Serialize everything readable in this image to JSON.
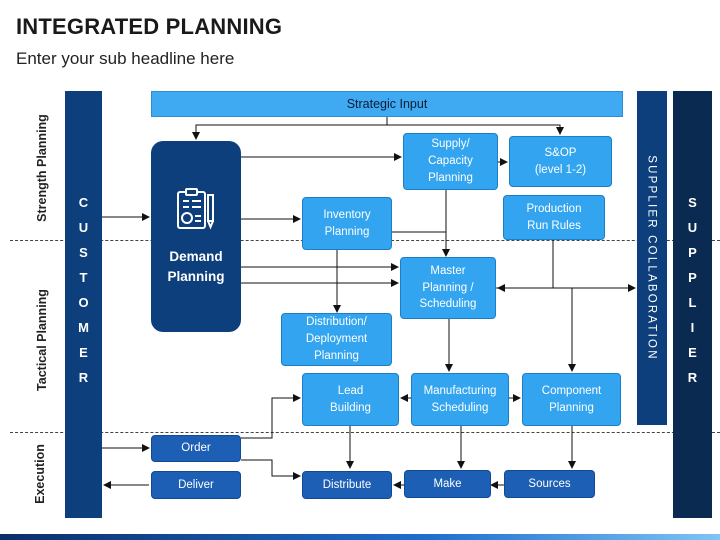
{
  "header": {
    "title": "INTEGRATED PLANNING",
    "subtitle": "Enter your sub headline here"
  },
  "rows": {
    "strength": "Strength Planning",
    "tactical": "Tactical Planning",
    "execution": "Execution"
  },
  "sides": {
    "customer": [
      "C",
      "U",
      "S",
      "T",
      "O",
      "M",
      "E",
      "R"
    ],
    "supplier_collaboration": "SUPPLIER COLLABORATION",
    "supplier": [
      "S",
      "U",
      "P",
      "P",
      "L",
      "I",
      "E",
      "R"
    ]
  },
  "nodes": {
    "strategic_input": "Strategic Input",
    "demand_planning": "Demand\nPlanning",
    "supply_capacity": "Supply/\nCapacity\nPlanning",
    "sop": "S&OP\n(level 1-2)",
    "inventory": "Inventory\nPlanning",
    "production_run_rules": "Production\nRun Rules",
    "master_planning": "Master\nPlanning /\nScheduling",
    "distribution_planning": "Distribution/\nDeployment\nPlanning",
    "lead_building": "Lead\nBuilding",
    "manufacturing_scheduling": "Manufacturing\nScheduling",
    "component_planning": "Component\nPlanning",
    "order": "Order",
    "deliver": "Deliver",
    "distribute": "Distribute",
    "make": "Make",
    "sources": "Sources"
  },
  "colors": {
    "light_box": "#33a5f0",
    "mid_box": "#1c5fb5",
    "dark_box": "#0d3f7d",
    "customer_bar": "#0d3f7d",
    "supplier_bar": "#0b2a52"
  },
  "icons": {
    "demand_icon": "clipboard-checklist-icon"
  }
}
